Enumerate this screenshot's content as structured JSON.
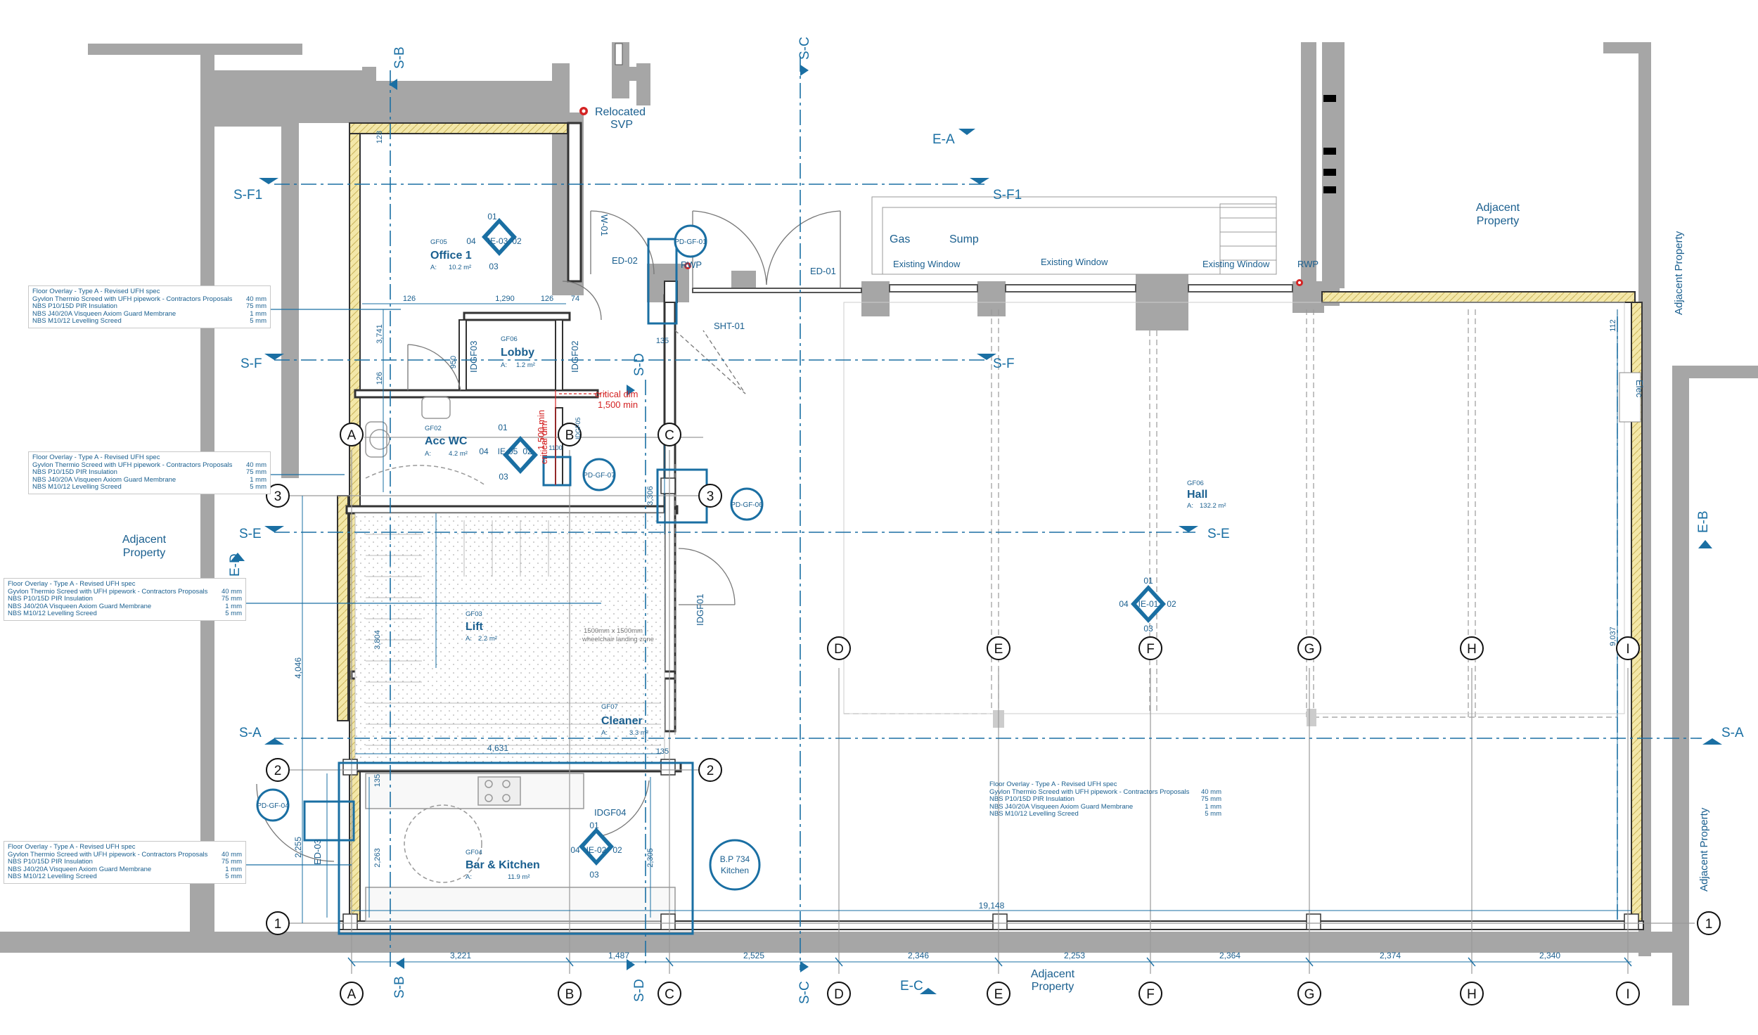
{
  "colors": {
    "wall": "#a6a6a6",
    "accent": "#1a6fa3",
    "insulation": "#f3e7a8",
    "redText": "#d42323",
    "lift": "#f8e7e1"
  },
  "grid_labels": {
    "columns": [
      "A",
      "B",
      "C",
      "D",
      "E",
      "F",
      "G",
      "H",
      "I"
    ],
    "rows": [
      "1",
      "2",
      "3"
    ]
  },
  "sections": {
    "sb": "S-B",
    "sb_bottom": "S-B",
    "sc_top": "S-C",
    "sc_bottom": "S-C",
    "sd_mid": "S-D",
    "sd_bottom": "S-D",
    "ea": "E-A",
    "ec": "E-C",
    "eb": "E-B",
    "ed": "E-D",
    "sf1_left": "S-F1",
    "sf1_right": "S-F1",
    "sf_left": "S-F",
    "sf_right": "S-F",
    "se_left": "S-E",
    "se_right": "S-E",
    "sa_left": "S-A",
    "sa_right": "S-A"
  },
  "rooms": {
    "office": {
      "code": "GF05",
      "name": "Office 1",
      "area_label": "A:",
      "area": "10.2 m²"
    },
    "lobby": {
      "code": "GF06",
      "name": "Lobby",
      "area_label": "A:",
      "area": "1.2 m²"
    },
    "accwc": {
      "code": "GF02",
      "name": "Acc WC",
      "area_label": "A:",
      "area": "4.2 m²"
    },
    "lift": {
      "code": "GF03",
      "name": "Lift",
      "area_label": "A:",
      "area": "2.2 m²"
    },
    "cleaner": {
      "code": "GF07",
      "name": "Cleaner",
      "area_label": "A:",
      "area": "3.3 m²"
    },
    "bar": {
      "code": "GF04",
      "name": "Bar & Kitchen",
      "area_label": "A:",
      "area": "11.9 m²"
    },
    "hall": {
      "code": "GF06",
      "name": "Hall",
      "area_label": "A:",
      "area": "132.2 m²"
    }
  },
  "elevation_tags": {
    "office": {
      "top": "01",
      "left": "04",
      "ref": "IE-03",
      "right": "02",
      "bottom": "03"
    },
    "accwc": {
      "top": "01",
      "left": "04",
      "ref": "IE-05",
      "right": "02",
      "bottom": "03"
    },
    "hall": {
      "top": "01",
      "left": "04",
      "ref": "IE-01",
      "right": "02",
      "bottom": "03"
    },
    "bar": {
      "top": "01",
      "left": "04",
      "ref": "IE-02",
      "right": "02",
      "bottom": "03"
    }
  },
  "pd_tags": [
    "PD-GF-01",
    "PD-GF-07",
    "PD-GF-06",
    "PD-GF-04"
  ],
  "door_tags": {
    "ed02": "ED-02",
    "ed01": "ED-01",
    "ed03": "ED-03",
    "idgf02": "IDGF02",
    "idgf03": "IDGF03",
    "idgf01": "IDGF01",
    "idgf04": "IDGF04",
    "idgf05": "IDGF05",
    "w01": "W-01",
    "sht01": "SHT-01"
  },
  "labels": {
    "relocated": "Relocated",
    "svp": "SVP",
    "rwp1": "RWP",
    "rwp2": "RWP",
    "gas": "Gas",
    "sump": "Sump",
    "existing_window_1": "Existing Window",
    "existing_window_2": "Existing Window",
    "existing_window_3": "Existing Window",
    "adjacent_top_1": "Adjacent",
    "adjacent_top_2": "Property",
    "adjacent_left_1": "Adjacent",
    "adjacent_left_2": "Property",
    "adjacent_bottom_1": "Adjacent",
    "adjacent_bottom_2": "Property",
    "adjacent_right_top": "Adjacent Property",
    "adjacent_right_bottom": "Adjacent Property",
    "elec": "Elec",
    "critical_1_a": "critical dim",
    "critical_1_b": "1,500 min",
    "critical_2_a": "critical dim",
    "critical_2_b": "1,500 min",
    "wheelchair_1": "1500mm x 1500mm",
    "wheelchair_2": "wheelchair landing zone",
    "bp_1": "B.P 734",
    "bp_2": "Kitchen"
  },
  "dimensions": {
    "bottom": [
      "3,221",
      "1,487",
      "2,525",
      "2,346",
      "2,253",
      "2,364",
      "2,374",
      "2,340"
    ],
    "overall": "19,148",
    "left_4046": "4,046",
    "left_2255": "2,255",
    "mid_4631": "4,631",
    "d_126a": "126",
    "d_1290": "1,290",
    "d_126b": "126",
    "d_74": "74",
    "d_3741": "3,741",
    "d_126c": "126",
    "d_128": "128",
    "d_950": "950",
    "d_135a": "135",
    "d_135b": "135",
    "d_135c": "135",
    "d_3306": "3,306",
    "d_3804": "3,804",
    "d_2263": "2,263",
    "d_2305": "2,305",
    "d_9037": "9,037",
    "d_112": "112",
    "d_1100": "1100"
  },
  "floor_overlay": {
    "title": "Floor Overlay - Type A - Revised UFH spec",
    "lines": [
      {
        "text": "Gyvlon Thermio Screed with UFH pipework - Contractors Proposals",
        "value": "40 mm"
      },
      {
        "text": "NBS P10/15D PIR Insulation",
        "value": "75 mm"
      },
      {
        "text": "NBS J40/20A Visqueen Axiom Guard Membrane",
        "value": "1 mm"
      },
      {
        "text": "NBS M10/12 Levelling Screed",
        "value": "5 mm"
      }
    ]
  }
}
